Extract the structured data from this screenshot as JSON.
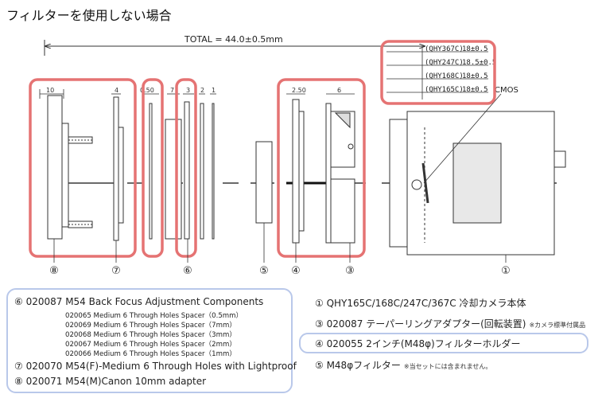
{
  "title": "フィルターを使用しない場合",
  "total_label": "TOTAL = 44.0±0.5mm",
  "cmos_label": "CMOS",
  "model_offsets": [
    {
      "model": "(QHY367C)",
      "value": "18±0.5"
    },
    {
      "model": "(QHY247C)",
      "value": "18.5±0.5"
    },
    {
      "model": "(QHY168C)",
      "value": "18±0.5"
    },
    {
      "model": "(QHY165C)",
      "value": "18±0.5"
    }
  ],
  "dimensions": {
    "d10": "10",
    "d4a": "4",
    "d050": "0.50",
    "d7": "7",
    "d3": "3",
    "d2": "2",
    "d1": "1",
    "d250": "2.50",
    "d6": "6"
  },
  "callouts": {
    "c1": "①",
    "c3": "③",
    "c4": "④",
    "c5": "⑤",
    "c6": "⑥",
    "c7": "⑦",
    "c8": "⑧"
  },
  "legend_left": {
    "item6": "⑥ 020087 M54 Back Focus Adjustment Components",
    "sub": [
      "020065 Medium 6 Through Holes Spacer（0.5mm）",
      "020069 Medium 6 Through Holes Spacer（7mm）",
      "020068 Medium 6 Through Holes Spacer（3mm）",
      "020067 Medium 6 Through Holes Spacer（2mm）",
      "020066 Medium 6 Through Holes Spacer（1mm）"
    ],
    "item7": "⑦ 020070 M54(F)-Medium 6 Through Holes with Lightproof",
    "item8": "⑧ 020071 M54(M)Canon 10mm adapter"
  },
  "legend_right": {
    "item1": "① QHY165C/168C/247C/367C 冷却カメラ本体",
    "item3": "③ 020087 テーパーリングアダプター(回転装置)",
    "item3_note": "※カメラ標準付属品",
    "item4": "④ 020055 2インチ(M48φ)フィルターホルダー",
    "item5": "⑤ M48φフィルター",
    "item5_note": "※当セットには含まれません。"
  },
  "colors": {
    "highlight_red": "#e57373",
    "legend_blue": "#b9c8ea",
    "line": "#333333"
  }
}
